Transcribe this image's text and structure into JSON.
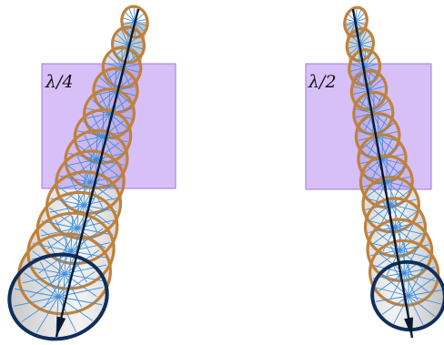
{
  "panels": [
    {
      "label": "λ/4",
      "ring_sequence": [
        "orange",
        "orange",
        "orange",
        "orange",
        "orange",
        "orange",
        "orange",
        "orange",
        "orange",
        "orange",
        "orange",
        "orange",
        "blue"
      ]
    },
    {
      "label": "λ/2",
      "ring_sequence": [
        "orange",
        "orange",
        "orange",
        "orange",
        "orange",
        "orange",
        "orange",
        "orange",
        "orange",
        "orange",
        "orange",
        "orange",
        "blue"
      ]
    }
  ],
  "colors": {
    "plate_fill": "#b58cf0",
    "plate_stroke": "#a07ad8",
    "ring_orange": "#c0813a",
    "ring_blue": "#0f2f5a",
    "vector_blue": "#3f8fdc",
    "axis": "#0a1930",
    "tube": "#d6d6d6",
    "background": "#ffffff"
  }
}
